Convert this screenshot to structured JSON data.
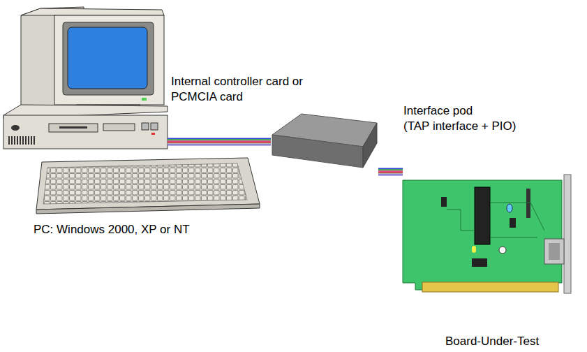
{
  "diagram": {
    "nodes": [
      {
        "text": [
          "PC: Windows 2000, XP or NT"
        ]
      },
      {
        "text": [
          "Interface pod",
          "(TAP interface + PIO)"
        ]
      },
      {
        "text": [
          "Board-Under-Test"
        ]
      }
    ],
    "edges": [
      {
        "from": 0,
        "to": 1,
        "arrow": "none"
      },
      {
        "from": 1,
        "to": 2,
        "arrow": "none"
      }
    ],
    "labels": [
      "Internal controller card or PCMCIA card"
    ]
  }
}
